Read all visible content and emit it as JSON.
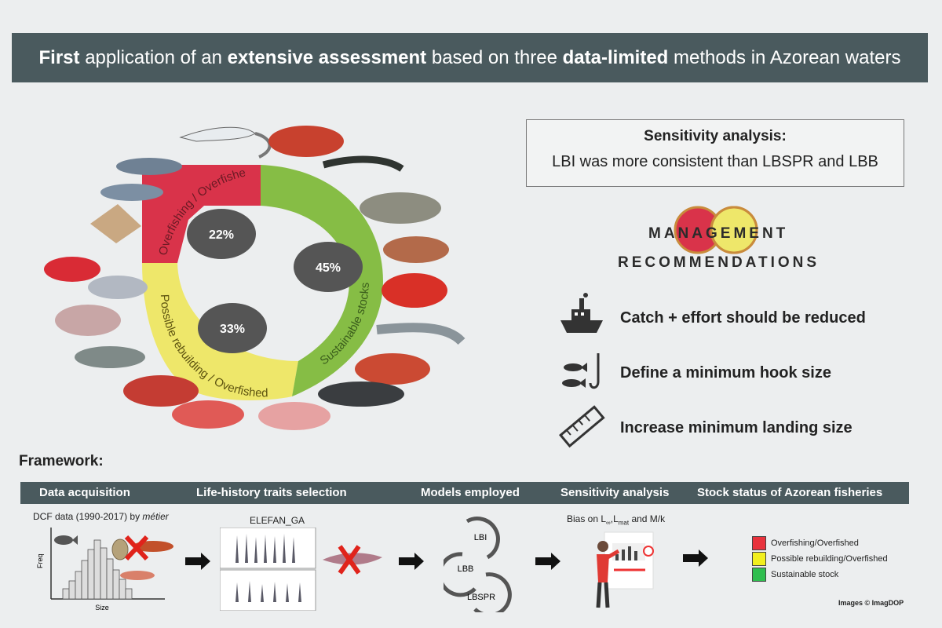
{
  "banner": {
    "p1": "First",
    "p2": " application of an ",
    "p3": "extensive assessment",
    "p4": " based on three ",
    "p5": "data-limited",
    "p6": " methods in Azorean waters"
  },
  "donut": {
    "segments": [
      {
        "label": "Overfishing / Overfished",
        "percent": "22%",
        "color": "#d9334a"
      },
      {
        "label": "Possible rebuilding / Overfished",
        "percent": "33%",
        "color": "#eee76a"
      },
      {
        "label": "Sustainable stocks",
        "percent": "45%",
        "color": "#86bd45"
      }
    ]
  },
  "sensitivity": {
    "title": "Sensitivity analysis:",
    "text": "LBI was more consistent than LBSPR and LBB"
  },
  "management": {
    "word1": "MANAGEMENT",
    "word2": "RECOMMENDATIONS",
    "recommendations": [
      {
        "text": "Catch + effort should be reduced",
        "icon": "fishing-boat-icon"
      },
      {
        "text": "Define a minimum hook size",
        "icon": "fish-hook-icon"
      },
      {
        "text": "Increase minimum landing size",
        "icon": "ruler-icon"
      }
    ]
  },
  "framework": {
    "title": "Framework:",
    "steps": [
      "Data acquisition",
      "Life-history traits selection",
      "Models employed",
      "Sensitivity analysis",
      "Stock status of Azorean fisheries"
    ],
    "dcf_text": "DCF data (1990-2017) by ",
    "dcf_italic": "métier",
    "hist_y": "Freq",
    "hist_x": "Size",
    "elefan": "ELEFAN_GA",
    "models": [
      "LBI",
      "LBB",
      "LBSPR"
    ],
    "bias": {
      "prefix": "Bias on L",
      "inf": "∞",
      "sep": ",L",
      "mat": "mat",
      "suffix": " and M/k"
    },
    "legend": [
      {
        "label": "Overfishing/Overfished",
        "color": "#e8323c"
      },
      {
        "label": "Possible rebuilding/Overfished",
        "color": "#f2ef1e"
      },
      {
        "label": "Sustainable stock",
        "color": "#2fbe4f"
      }
    ],
    "credit": "Images © ImagDOP"
  }
}
